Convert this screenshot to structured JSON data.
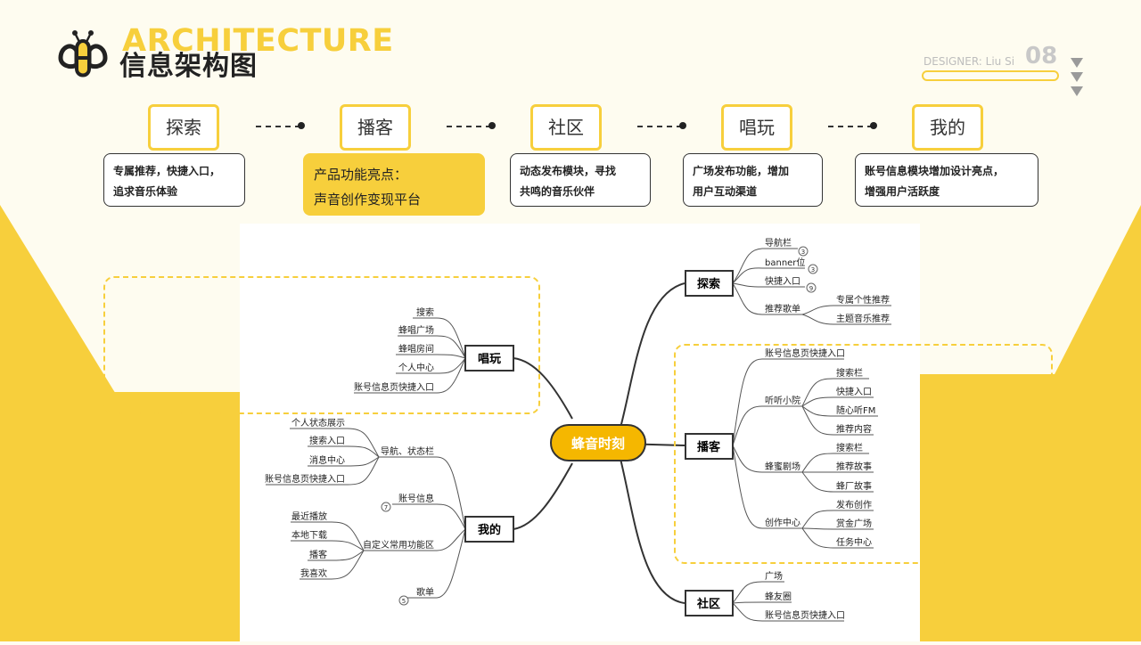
{
  "header": {
    "arch_text": "ARCHITECTURE",
    "title": "信息架构图",
    "designer": "DESIGNER: Liu Si",
    "page_number": "08"
  },
  "tabs": [
    {
      "label": "探索"
    },
    {
      "label": "播客"
    },
    {
      "label": "社区"
    },
    {
      "label": "唱玩"
    },
    {
      "label": "我的"
    }
  ],
  "descriptions": [
    {
      "line1": "专属推荐，快捷入口，",
      "line2": "追求音乐体验"
    },
    {
      "line1": "产品功能亮点：",
      "line2": "声音创作变现平台"
    },
    {
      "line1": "动态发布模块，寻找",
      "line2": "共鸣的音乐伙伴"
    },
    {
      "line1": "广场发布功能，增加",
      "line2": "用户互动渠道"
    },
    {
      "line1": "账号信息模块增加设计亮点，",
      "line2": "增强用户活跃度"
    }
  ],
  "mindmap": {
    "center": "蜂音时刻",
    "explore": {
      "label": "探索",
      "items": [
        "导航栏",
        "banner位",
        "快捷入口",
        "推荐歌单"
      ],
      "badges": [
        "3",
        "3",
        "9"
      ],
      "sub": [
        "专属个性推荐",
        "主题音乐推荐"
      ]
    },
    "podcast": {
      "label": "播客",
      "items": [
        "账号信息页快捷入口",
        "听听小院",
        "蜂蜜剧场",
        "创作中心"
      ],
      "tingting": [
        "搜索栏",
        "快捷入口",
        "随心听FM",
        "推荐内容"
      ],
      "fengmi": [
        "搜索栏",
        "推荐故事",
        "蜂厂故事"
      ],
      "create": [
        "发布创作",
        "赏金广场",
        "任务中心"
      ]
    },
    "community": {
      "label": "社区",
      "items": [
        "广场",
        "蜂友圈",
        "账号信息页快捷入口"
      ]
    },
    "sing": {
      "label": "唱玩",
      "items": [
        "搜索",
        "蜂唱广场",
        "蜂唱房间",
        "个人中心",
        "账号信息页快捷入口"
      ]
    },
    "mine": {
      "label": "我的",
      "items": [
        "导航、状态栏",
        "账号信息",
        "自定义常用功能区",
        "歌单"
      ],
      "badges": [
        "7",
        "5"
      ],
      "nav": [
        "个人状态展示",
        "搜索入口",
        "消息中心",
        "账号信息页快捷入口"
      ],
      "custom": [
        "最近播放",
        "本地下载",
        "播客",
        "我喜欢"
      ]
    }
  },
  "colors": {
    "accent": "#f7cf3c",
    "center_fill": "#f5b700"
  }
}
